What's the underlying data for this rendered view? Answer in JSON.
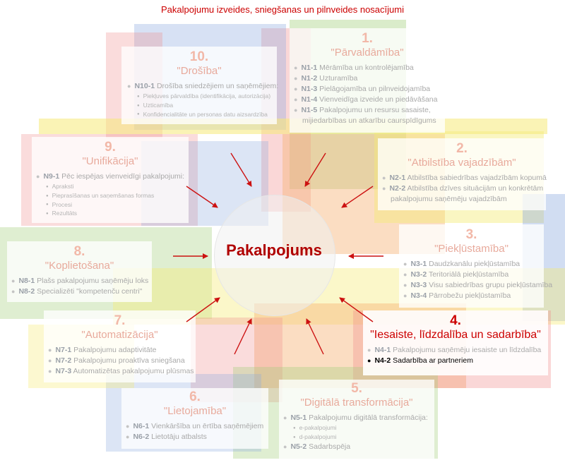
{
  "title": "Pakalpojumu izveides, sniegšanas un pilnveides nosacījumi",
  "center": "Pakalpojums",
  "colors": {
    "accent": "#cc0000",
    "green": "#a3cf7a",
    "blue": "#8caadf",
    "yellow": "#f5ea78",
    "orange": "#f6b478",
    "red": "#f08c8c"
  },
  "boxes": [
    {
      "num": "1.",
      "name": "\"Pārvaldāmība\"",
      "items": [
        {
          "code": "N1-1",
          "text": "Mērāmība un kontrolējamība"
        },
        {
          "code": "N1-2",
          "text": "Uzturamība"
        },
        {
          "code": "N1-3",
          "text": "Pielāgojamība un pilnveidojamība"
        },
        {
          "code": "N1-4",
          "text": "Vienveidīga izveide un piedāvāšana"
        },
        {
          "code": "N1-5",
          "text": "Pakalpojumu un resursu sasaiste,",
          "cont": "mijiedarbības un atkarību caurspīdīgums"
        }
      ]
    },
    {
      "num": "2.",
      "name": "\"Atbilstība vajadzībām\"",
      "items": [
        {
          "code": "N2-1",
          "text": "Atbilstība sabiedrības vajadzībām kopumā"
        },
        {
          "code": "N2-2",
          "text": "Atbilstība dzīves situācijām un konkrētām",
          "cont": "pakalpojumu saņēmēju vajadzībām"
        }
      ]
    },
    {
      "num": "3.",
      "name": "\"Piekļūstamība\"",
      "items": [
        {
          "code": "N3-1",
          "text": "Daudzkanālu piekļūstamība"
        },
        {
          "code": "N3-2",
          "text": "Teritoriālā piekļūstamība"
        },
        {
          "code": "N3-3",
          "text": "Visu sabiedrības grupu piekļūstamība"
        },
        {
          "code": "N3-4",
          "text": "Pārrobežu piekļūstamība"
        }
      ]
    },
    {
      "num": "4.",
      "name": "\"Iesaiste, līdzdalība un sadarbība\"",
      "items": [
        {
          "code": "N4-1",
          "text": "Pakalpojumu saņēmēju iesaiste un līdzdalība"
        },
        {
          "code": "N4-2",
          "text": "Sadarbība ar partneriem"
        }
      ]
    },
    {
      "num": "5.",
      "name": "\"Digitālā transformācija\"",
      "items": [
        {
          "code": "N5-1",
          "text": "Pakalpojumu digitālā transformācija:",
          "subs": [
            "e-pakalpojumi",
            "d-pakalpojumi"
          ]
        },
        {
          "code": "N5-2",
          "text": "Sadarbspēja"
        }
      ]
    },
    {
      "num": "6.",
      "name": "\"Lietojamība\"",
      "items": [
        {
          "code": "N6-1",
          "text": "Vienkāršība un ērtība saņēmējiem"
        },
        {
          "code": "N6-2",
          "text": "Lietotāju atbalsts"
        }
      ]
    },
    {
      "num": "7.",
      "name": "\"Automatizācija\"",
      "items": [
        {
          "code": "N7-1",
          "text": "Pakalpojumu adaptivitāte"
        },
        {
          "code": "N7-2",
          "text": "Pakalpojumu proaktīva sniegšana"
        },
        {
          "code": "N7-3",
          "text": "Automatizētas pakalpojumu plūsmas"
        }
      ]
    },
    {
      "num": "8.",
      "name": "\"Koplietošana\"",
      "items": [
        {
          "code": "N8-1",
          "text": "Plašs pakalpojumu saņēmēju loks"
        },
        {
          "code": "N8-2",
          "text": "Specializēti \"kompetenču centri\""
        }
      ]
    },
    {
      "num": "9.",
      "name": "\"Unifikācija\"",
      "items": [
        {
          "code": "N9-1",
          "text": "Pēc iespējas vienveidīgi pakalpojumi:",
          "subs": [
            "Apraksti",
            "Pieprasīšanas un saņemšanas formas",
            "Procesi",
            "Rezultāts"
          ]
        }
      ]
    },
    {
      "num": "10.",
      "name": "\"Drošība\"",
      "items": [
        {
          "code": "N10-1",
          "text": "Drošība sniedzējiem un saņēmējiem:",
          "subs": [
            "Piekļuves pārvaldība (identifikācija, autorizācija)",
            "Uzticamība",
            "Konfidencialitāte un personas datu aizsardzība"
          ]
        }
      ]
    }
  ]
}
